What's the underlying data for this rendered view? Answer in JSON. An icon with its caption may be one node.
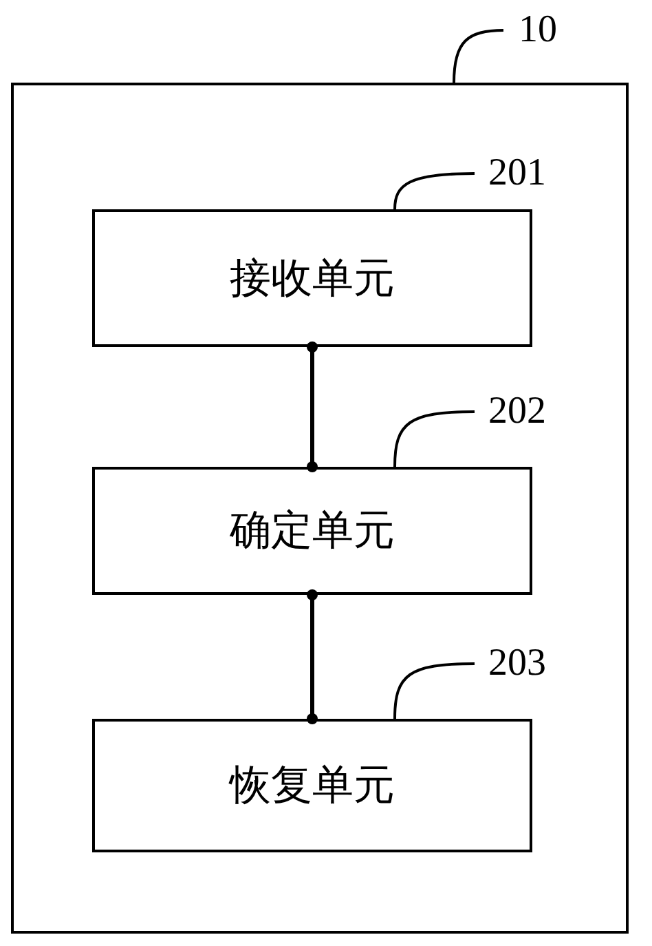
{
  "diagram": {
    "nodes": [
      {
        "text": [],
        "shape": "box"
      },
      {
        "text": [
          "接收单元"
        ],
        "in": 0
      },
      {
        "text": [
          "确定单元"
        ],
        "in": 0
      },
      {
        "text": [
          "恢复单元"
        ],
        "in": 0
      },
      {
        "text": [
          "10"
        ]
      },
      {
        "text": [
          "201"
        ],
        "in": 0
      },
      {
        "text": [
          "202"
        ],
        "in": 0
      },
      {
        "text": [
          "203"
        ],
        "in": 0
      }
    ],
    "edges": [
      {
        "from": 1,
        "to": 2,
        "arrow": "other"
      },
      {
        "from": 2,
        "to": 3,
        "arrow": "other"
      },
      {
        "from": 4,
        "to": 0,
        "arrow": "none"
      },
      {
        "from": 5,
        "to": 1,
        "arrow": "none"
      },
      {
        "from": 6,
        "to": 2,
        "arrow": "none"
      },
      {
        "from": 7,
        "to": 3,
        "arrow": "none"
      }
    ]
  }
}
